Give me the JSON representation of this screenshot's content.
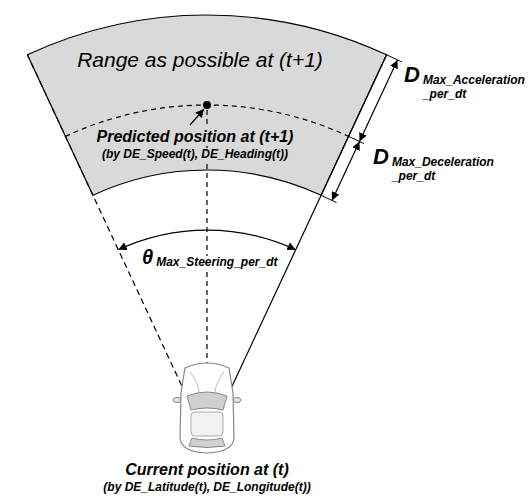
{
  "diagram": {
    "labels": [
      "Range as possible at (t+1)",
      "D",
      "Max_Acceleration _per_dt",
      "D",
      "Max_Deceleration _per_dt",
      "Predicted position at (t+1)",
      "(by DE_Speed(t), DE_Heading(t))",
      "θ",
      "Max_Steering_per_dt",
      "Current position at (t)",
      "(by DE_Latitude(t), DE_Longitude(t))"
    ]
  }
}
